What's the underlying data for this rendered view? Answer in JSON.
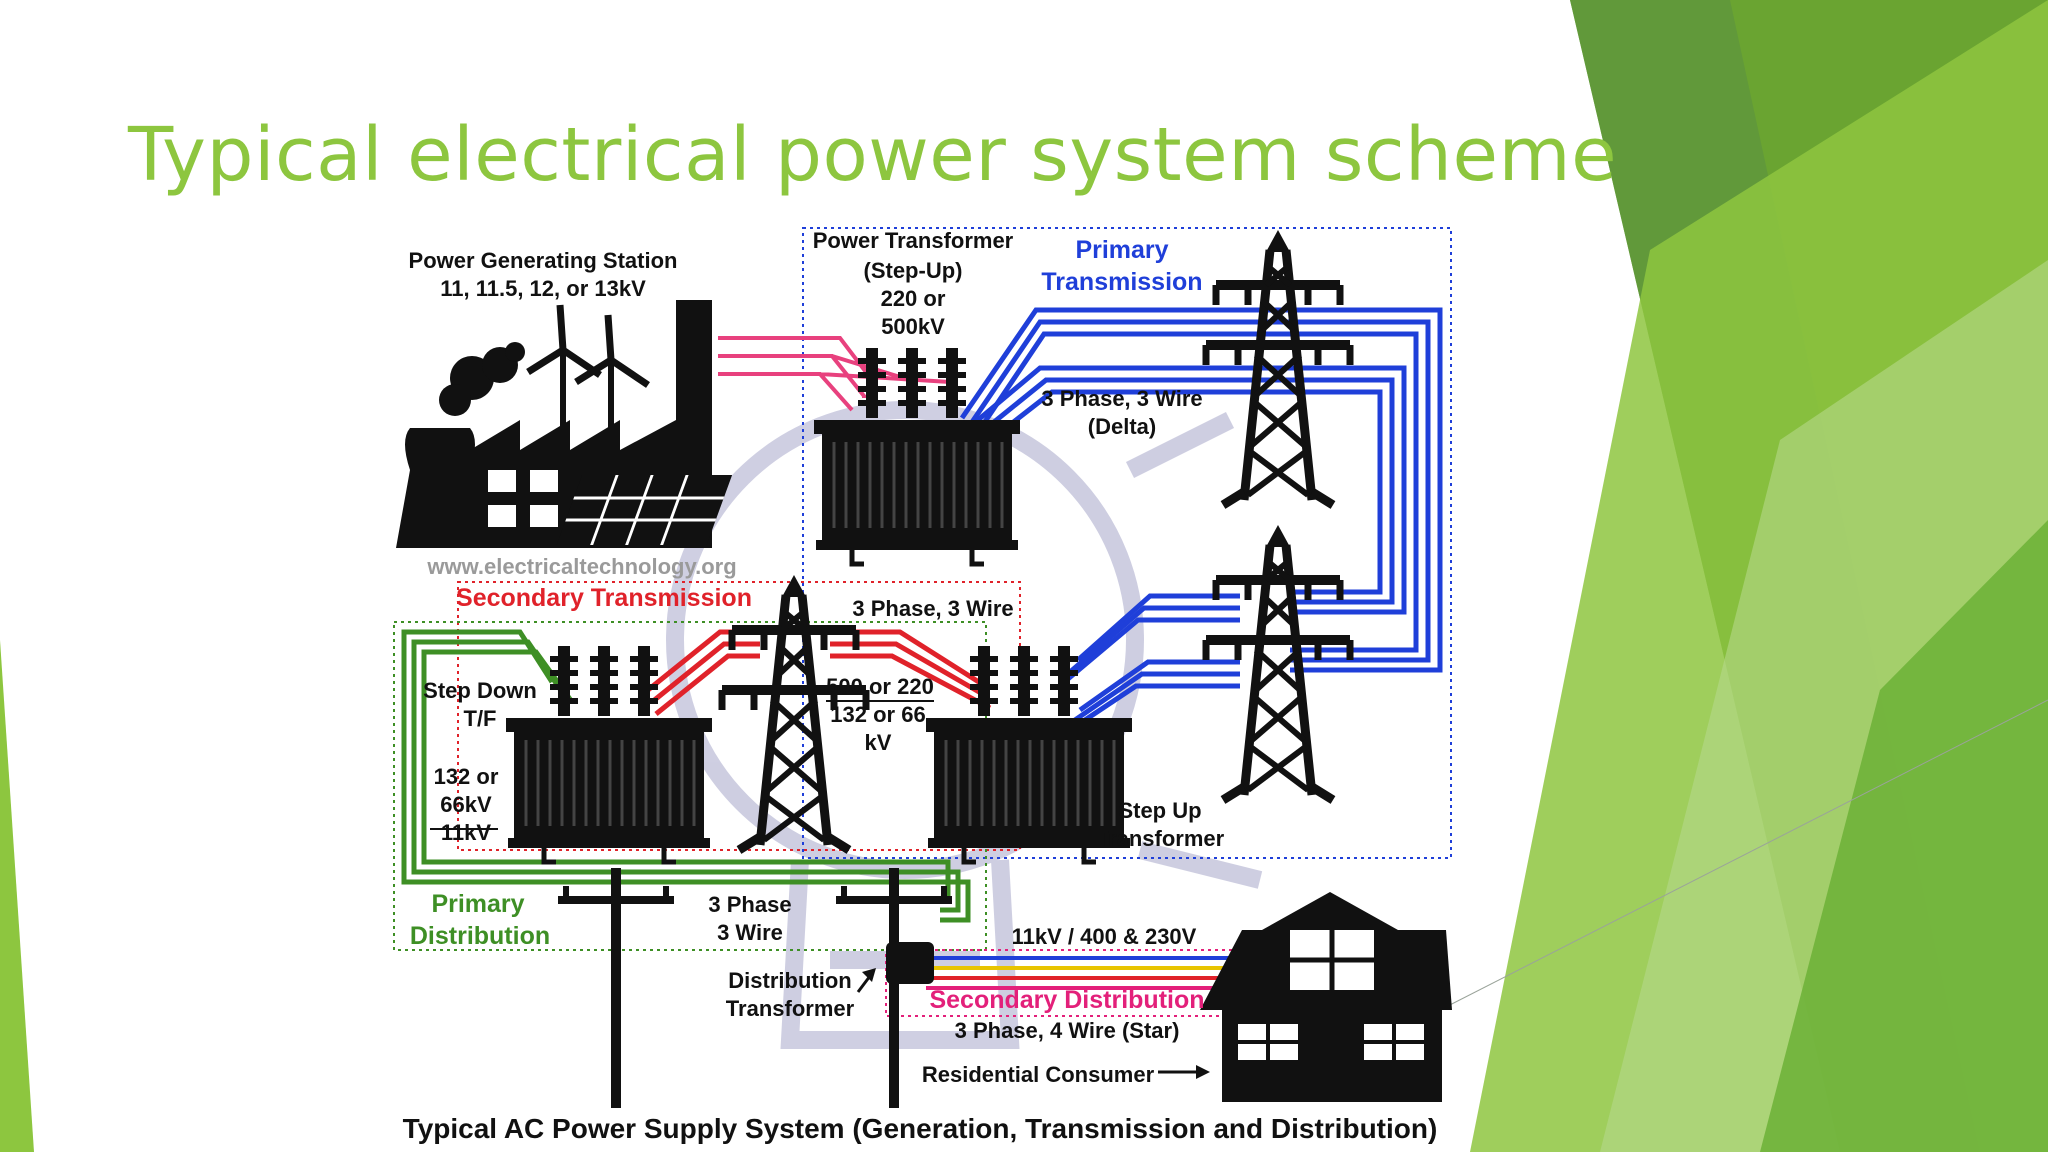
{
  "slide": {
    "title": "Typical electrical power system scheme"
  },
  "diagram": {
    "labels": {
      "generating_station": "Power Generating Station",
      "generating_voltage": "11, 11.5, 12, or 13kV",
      "power_transformer": "Power Transformer",
      "step_up_paren": "(Step-Up)",
      "pt_voltage_1": "220 or",
      "pt_voltage_2": "500kV",
      "primary_transmission_1": "Primary",
      "primary_transmission_2": "Transmission",
      "three_phase_3wire_1": "3 Phase, 3 Wire",
      "delta": "(Delta)",
      "watermark": "www.electricaltechnology.org",
      "secondary_transmission": "Secondary Transmission",
      "three_phase_3wire_2": "3 Phase, 3 Wire",
      "st_voltage_1": "500 or 220",
      "st_voltage_2": "132 or 66",
      "st_voltage_3": "kV",
      "step_down_1": "Step Down",
      "step_down_2": "T/F",
      "sd_voltage_1": "132 or",
      "sd_voltage_2": "66kV",
      "sd_voltage_3": "11kV",
      "step_up_transformer_1": "Step Up",
      "step_up_transformer_2": "Transformer",
      "primary_distribution_1": "Primary",
      "primary_distribution_2": "Distribution",
      "three_phase_1": "3 Phase",
      "three_wire": "3 Wire",
      "distribution_voltage": "11kV / 400 & 230V",
      "distribution_transformer_1": "Distribution",
      "distribution_transformer_2": "Transformer",
      "secondary_distribution": "Secondary Distribution",
      "three_phase_4wire": "3 Phase, 4 Wire (Star)",
      "residential_consumer": "Residential Consumer",
      "caption": "Typical AC Power Supply System (Generation, Transmission and Distribution)"
    },
    "colors": {
      "generation_lines": "#e8417e",
      "primary_transmission": "#1f3fd9",
      "secondary_transmission": "#e0222a",
      "primary_distribution": "#3e8f25",
      "secondary_distribution": "#e3207a",
      "title": "#8dc63f"
    }
  }
}
